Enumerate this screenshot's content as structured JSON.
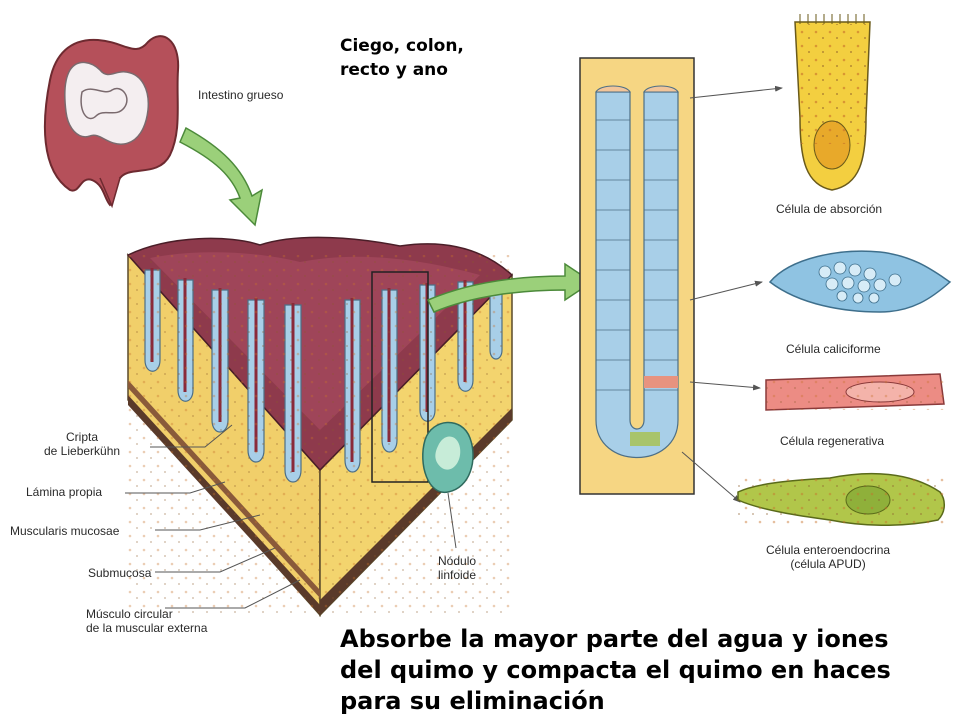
{
  "header": {
    "line1": "Ciego, colon,",
    "line2": "recto y ano"
  },
  "labels": {
    "intestino": "Intestino grueso",
    "cripta1": "Cripta",
    "cripta2": "de Lieberkühn",
    "lamina": "Lámina propia",
    "muscularis": "Muscularis mucosae",
    "submucosa": "Submucosa",
    "musculo1": "Músculo circular",
    "musculo2": "de la muscular externa",
    "nodulo1": "Nódulo",
    "nodulo2": "linfoide",
    "absorcion": "Célula de absorción",
    "caliciforme": "Célula caliciforme",
    "regenerativa": "Célula regenerativa",
    "enteroendocrina1": "Célula enteroendocrina",
    "enteroendocrina2": "(célula APUD)"
  },
  "caption": {
    "line1": "Absorbe la mayor parte del agua y iones",
    "line2": "del quimo y compacta el quimo en haces",
    "line3": "para su eliminación"
  }
}
